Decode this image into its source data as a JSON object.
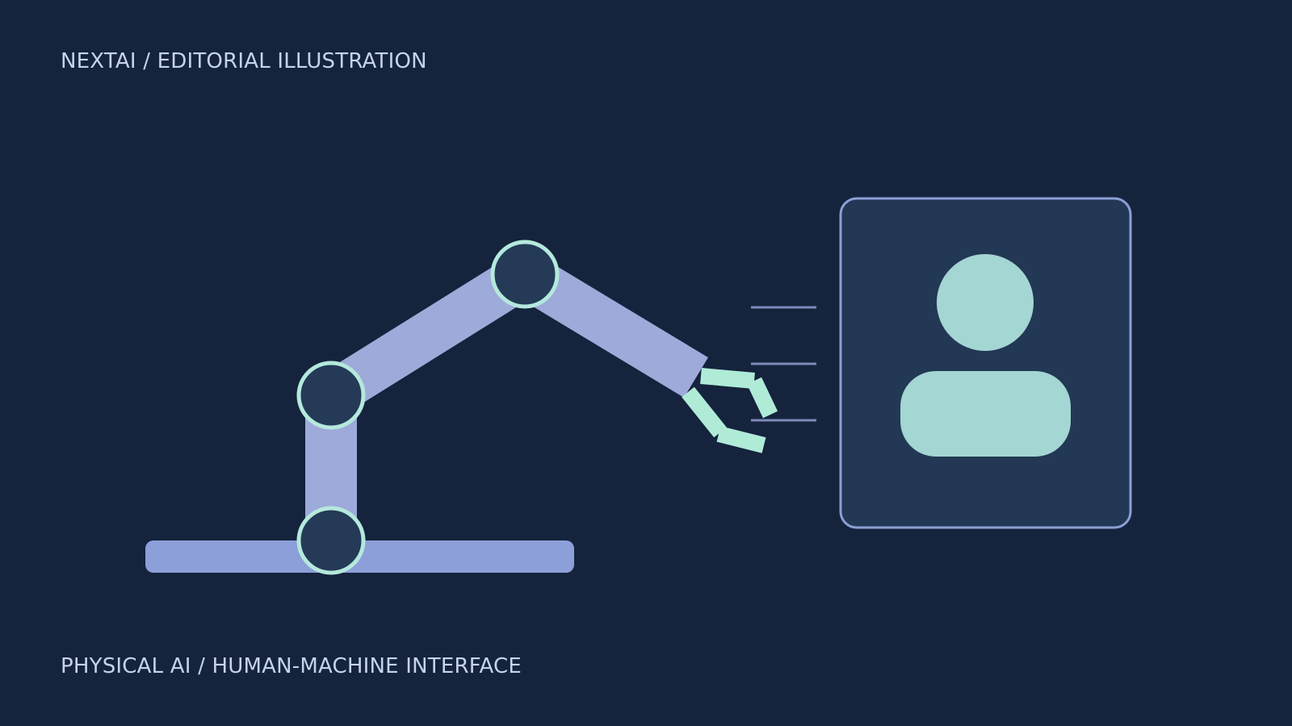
{
  "header": {
    "title": "NEXTAI / EDITORIAL ILLUSTRATION"
  },
  "footer": {
    "caption": "PHYSICAL AI / HUMAN-MACHINE INTERFACE"
  },
  "illustration": {
    "elements": {
      "robot_arm": "robot-arm",
      "gripper": "gripper",
      "motion_lines": "motion-lines",
      "screen_panel": "screen-panel",
      "person_icon": "person-icon"
    },
    "colors": {
      "background": "#15233d",
      "caption_text": "#c6d3ee",
      "base": "#8d9fd8",
      "arm": "#9eaad9",
      "joint_fill": "#243a57",
      "joint_ring": "#b4e9dc",
      "gripper": "#b0ebd8",
      "motion_lines": "#7d89b8",
      "panel_fill": "#233854",
      "panel_border": "#8b9fd6",
      "person": "#a4d6d3"
    }
  }
}
